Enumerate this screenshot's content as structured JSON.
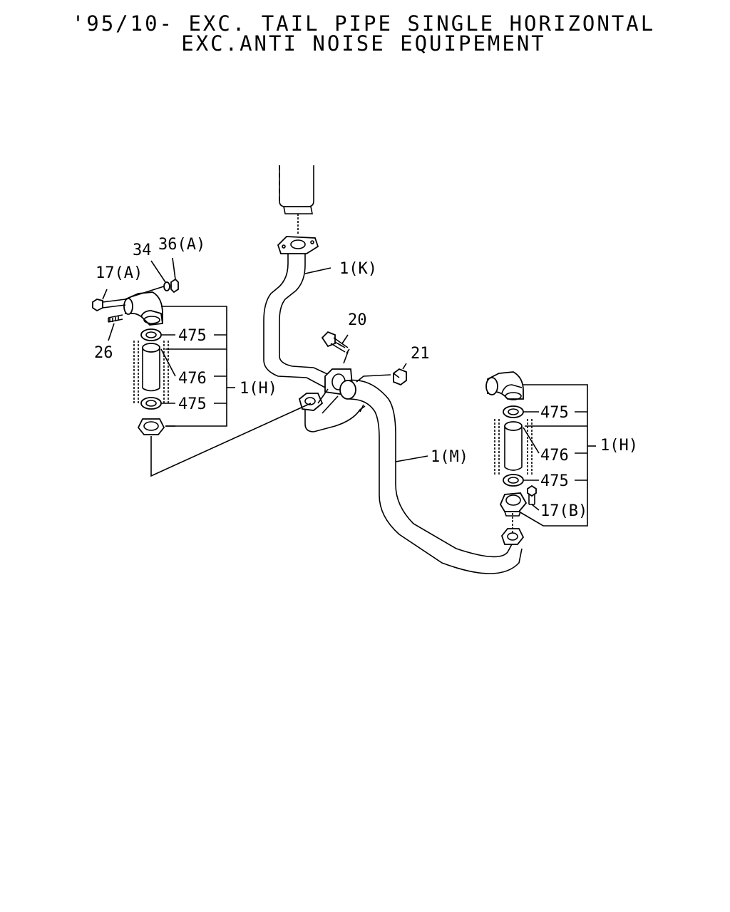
{
  "header": {
    "line1": "'95/10- EXC. TAIL PIPE SINGLE HORIZONTAL",
    "line2": "EXC.ANTI NOISE EQUIPEMENT"
  },
  "callouts": {
    "c_1k": "1(K)",
    "c_20": "20",
    "c_21": "21",
    "c_1m": "1(M)",
    "c_34": "34",
    "c_36a": "36(A)",
    "c_17a": "17(A)",
    "c_26": "26",
    "c_left_475_top": "475",
    "c_left_476": "476",
    "c_left_475_bot": "475",
    "c_left_1h": "1(H)",
    "c_right_475_top": "475",
    "c_right_476": "476",
    "c_right_475_bot": "475",
    "c_right_1h": "1(H)",
    "c_17b": "17(B)"
  },
  "colors": {
    "line": "#000000",
    "background": "#ffffff"
  }
}
